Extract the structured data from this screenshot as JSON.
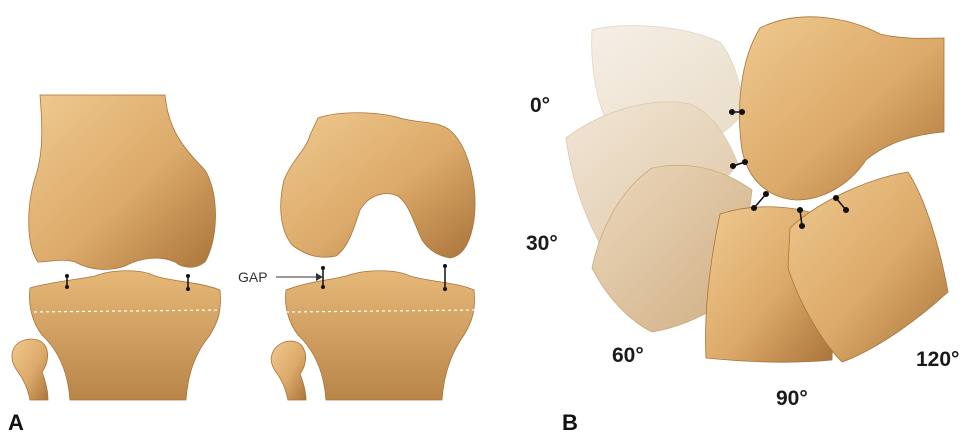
{
  "panels": {
    "a": {
      "letter": "A"
    },
    "b": {
      "letter": "B"
    }
  },
  "annotations": {
    "gap_label": "GAP"
  },
  "flexion_angles": [
    {
      "label": "0°"
    },
    {
      "label": "30°"
    },
    {
      "label": "60°"
    },
    {
      "label": "90°"
    },
    {
      "label": "120°"
    }
  ],
  "colors": {
    "bone": "#dcaa6a",
    "bone_shadow": "#a9743a",
    "bone_highlight": "#efc98f",
    "marker": "#111111"
  }
}
